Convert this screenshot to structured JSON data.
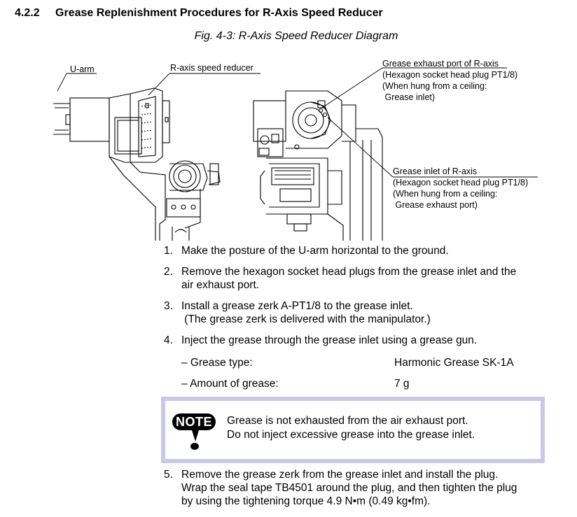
{
  "section": {
    "number": "4.2.2",
    "title": "Grease Replenishment Procedures for R-Axis Speed Reducer"
  },
  "figure": {
    "caption": "Fig. 4-3: R-Axis Speed Reducer Diagram",
    "labels": {
      "u_arm": "U-arm",
      "reducer": "R-axis speed reducer",
      "exhaust": [
        "Grease exhaust port of R-axis",
        "(Hexagon socket head plug PT1/8)",
        "(When hung from a ceiling:",
        " Grease inlet)"
      ],
      "inlet": [
        "Grease inlet of R-axis",
        "(Hexagon socket head plug PT1/8)",
        "(When hung from a ceiling:",
        " Grease exhaust port)"
      ]
    }
  },
  "steps": [
    {
      "num": "1.",
      "lines": [
        "Make the posture of the U-arm horizontal to the ground."
      ]
    },
    {
      "num": "2.",
      "lines": [
        "Remove the hexagon socket head plugs from the grease inlet and the",
        "air exhaust port."
      ]
    },
    {
      "num": "3.",
      "lines": [
        "Install a grease zerk A-PT1/8 to the grease inlet.",
        " (The grease zerk is delivered with the manipulator.)"
      ]
    },
    {
      "num": "4.",
      "lines": [
        "Inject the grease through the grease inlet using a grease gun."
      ]
    },
    {
      "num": "5.",
      "lines": [
        "Remove the grease zerk from the grease inlet and install the plug.",
        "Wrap the seal tape TB4501 around the plug, and then tighten the plug",
        "by using the tightening torque 4.9 N•m (0.49 kg•fm)."
      ]
    }
  ],
  "details": [
    {
      "label": "– Grease type:",
      "value": "Harmonic Grease SK-1A"
    },
    {
      "label": "– Amount of grease:",
      "value": "7 g"
    }
  ],
  "note": {
    "badge": "NOTE",
    "lines": [
      "Grease is not exhausted from the air exhaust port.",
      "Do not inject excessive grease into the grease inlet."
    ]
  }
}
